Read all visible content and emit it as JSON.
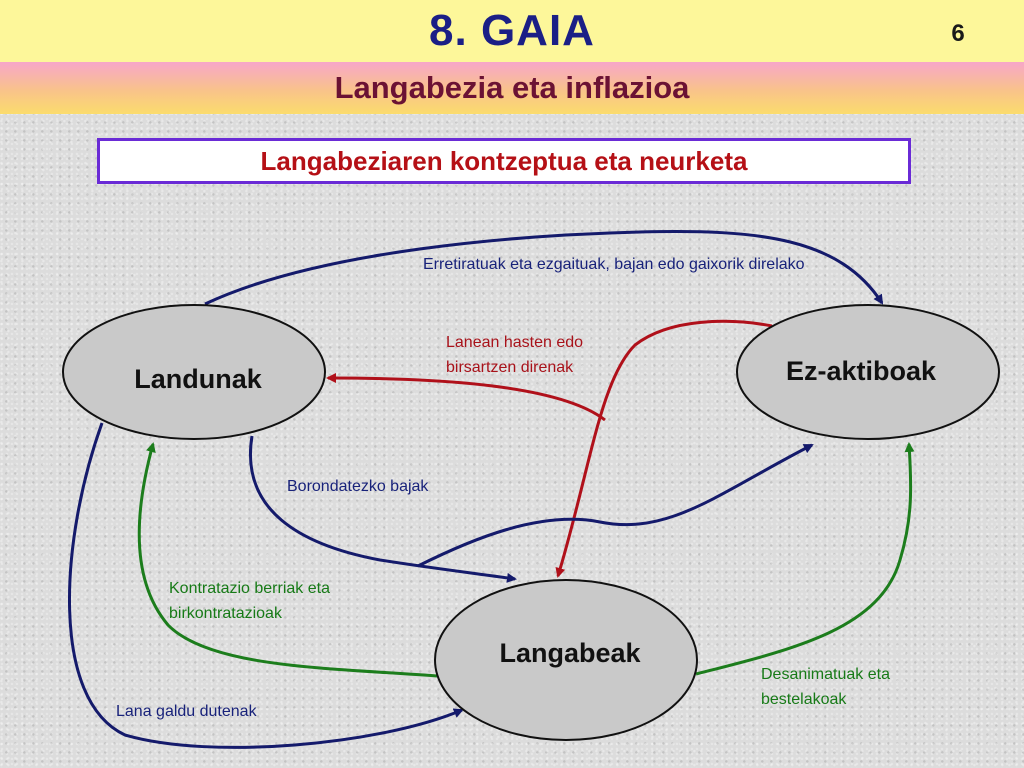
{
  "header": {
    "chapter": "8. GAIA",
    "page_number": "6",
    "subtitle": "Langabezia eta inflazioa"
  },
  "section_title": "Langabeziaren kontzeptua eta neurketa",
  "nodes": {
    "landunak": "Landunak",
    "ez_aktiboak": "Ez-aktiboak",
    "langabeak": "Langabeak"
  },
  "flows": {
    "erretiratuak": "Erretiratuak eta ezgaituak, bajan edo gaixorik direlako",
    "lanean_hasten": "Lanean hasten edo birsartzen direnak",
    "borondatezko": "Borondatezko bajak",
    "kontratazio": "Kontratazio berriak eta birkontratazioak",
    "lana_galdu": "Lana galdu dutenak",
    "desanimatuak": "Desanimatuak eta bestelakoak"
  },
  "colors": {
    "navy_arrow": "#141a6b",
    "red_arrow": "#b0101a",
    "green_arrow": "#1c7d1c",
    "node_fill": "#c9c9c9",
    "title_blue": "#1b1f86",
    "subtitle_maroon": "#6b1234",
    "box_border": "#6a2bd6"
  }
}
